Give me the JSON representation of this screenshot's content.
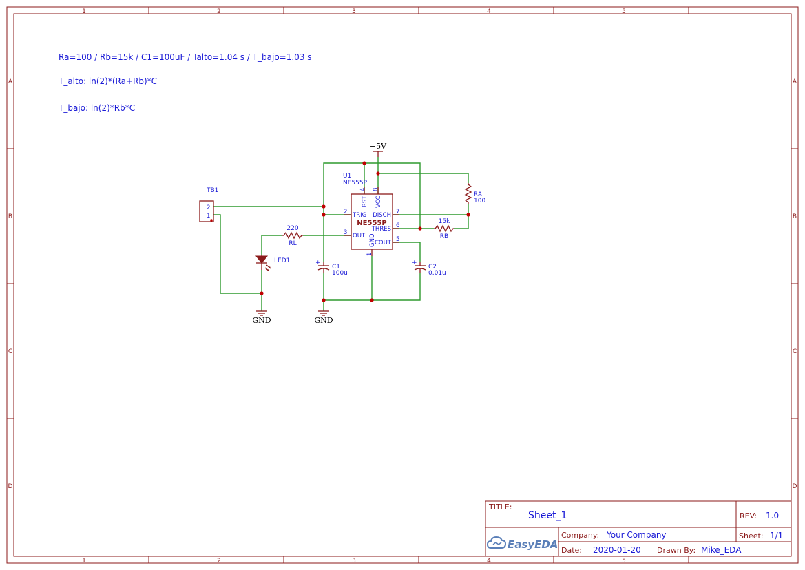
{
  "zones": {
    "columns": [
      "1",
      "2",
      "3",
      "4",
      "5"
    ],
    "rows": [
      "A",
      "B",
      "C",
      "D"
    ]
  },
  "notes": [
    "Ra=100 / Rb=15k / C1=100uF / Talto=1.04 s / T_bajo=1.03 s",
    "T_alto: ln(2)*(Ra+Rb)*C",
    "T_bajo: ln(2)*Rb*C"
  ],
  "power": {
    "vcc_label": "+5V",
    "gnd_label": "GND"
  },
  "ic": {
    "ref": "U1",
    "value": "NE555P",
    "name": "NE555P",
    "pins": {
      "rst": "RST",
      "vcc": "VCC",
      "trig": "TRIG",
      "out": "OUT",
      "gnd": "GND",
      "disch": "DISCH",
      "thres": "THRES",
      "cout": "COUT"
    },
    "pin_numbers": {
      "rst": "4",
      "vcc": "8",
      "trig": "2",
      "out": "3",
      "gnd": "1",
      "disch": "7",
      "thres": "6",
      "cout": "5"
    }
  },
  "connector": {
    "ref": "TB1",
    "pin2": "2",
    "pin1": "1"
  },
  "resistors": {
    "ra": {
      "ref": "RA",
      "value": "100"
    },
    "rb": {
      "ref": "RB",
      "value": "15k"
    },
    "rl": {
      "ref": "RL",
      "value": "220"
    }
  },
  "capacitors": {
    "c1": {
      "ref": "C1",
      "value": "100u",
      "polarity": "+"
    },
    "c2": {
      "ref": "C2",
      "value": "0.01u",
      "polarity": "+"
    }
  },
  "led": {
    "ref": "LED1"
  },
  "title_block": {
    "title_label": "TITLE:",
    "title": "Sheet_1",
    "rev_label": "REV:",
    "rev": "1.0",
    "company_label": "Company:",
    "company": "Your Company",
    "sheet_label": "Sheet:",
    "sheet": "1/1",
    "date_label": "Date:",
    "date": "2020-01-20",
    "drawn_label": "Drawn By:",
    "drawn_by": "Mike_EDA",
    "logo_text": "EasyEDA"
  }
}
